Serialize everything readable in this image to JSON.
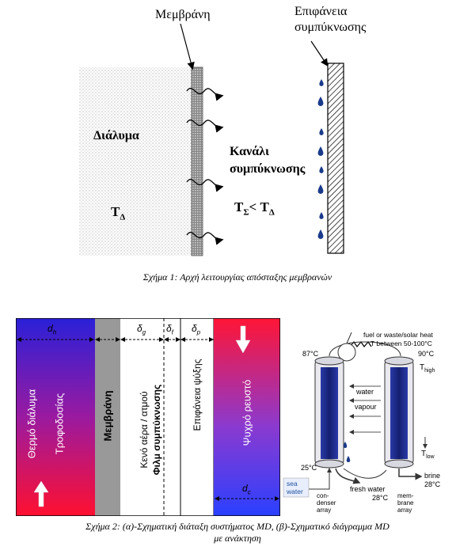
{
  "fig1": {
    "membrane_label": "Μεμβράνη",
    "surface_label_line1": "Επιφάνεια",
    "surface_label_line2": "συμπύκνωσης",
    "solution_label": "Διάλυμα",
    "channel_label_line1": "Κανάλι",
    "channel_label_line2": "συμπύκνωσης",
    "t_delta_main": "T",
    "t_delta_sub": "Δ",
    "rel_t": "T",
    "rel_sigma": "Σ",
    "rel_mid": "< T",
    "rel_delta": "Δ",
    "caption": "Σχήμα 1: Αρχή λειτουργίας απόσταξης μεμβρανών"
  },
  "fig2a": {
    "d_h": "d",
    "d_h_sub": "h",
    "delta_g": "δ",
    "delta_g_sub": "g",
    "delta_f": "δ",
    "delta_f_sub": "f",
    "delta_p": "δ",
    "delta_p_sub": "p",
    "d_c": "d",
    "d_c_sub": "c",
    "hot_line1": "Θερμό διάλυμα",
    "hot_line2": "Τροφοδοσίας",
    "membrane": "Μεμβράνη",
    "gap_line1": "Κενό αέρα / ατμού",
    "gap_line2": "Φιλμ συμπύκνωσης",
    "cooling_surface": "Επιφάνεια ψύξης",
    "cold_fluid": "Ψυχρό ρευστό"
  },
  "fig2b": {
    "heat_line1": "fuel or waste/solar heat",
    "heat_line2": "T between 50-100°C",
    "t87": "87°C",
    "t90": "90°C",
    "t_high": "T",
    "t_high_sub": "high",
    "water": "water",
    "vapour": "vapour",
    "t_low": "T",
    "t_low_sub": "low",
    "t25": "25°C",
    "brine": "brine",
    "brine_temp": "28°C",
    "sea_water_line1": "sea",
    "sea_water_line2": "water",
    "fresh_water": "fresh water",
    "fresh_temp": "28°C",
    "condenser_line1": "con-",
    "condenser_line2": "denser",
    "condenser_line3": "array",
    "membrane_line1": "mem-",
    "membrane_line2": "brane",
    "membrane_line3": "array"
  },
  "caption2_line1": "Σχήμα 2: (α)-Σχηματική διάταξη συστήματος MD, (β)-Σχηματικό διάγραμμα MD",
  "caption2_line2": "με ανάκτηση",
  "colors": {
    "hot_top": "#2020d0",
    "hot_bottom": "#ff1030",
    "membrane_grey": "#999999",
    "cold_blue": "#1a2a8a",
    "drop_blue": "#1a3a8a",
    "accent_blue": "#1f4fa0"
  }
}
